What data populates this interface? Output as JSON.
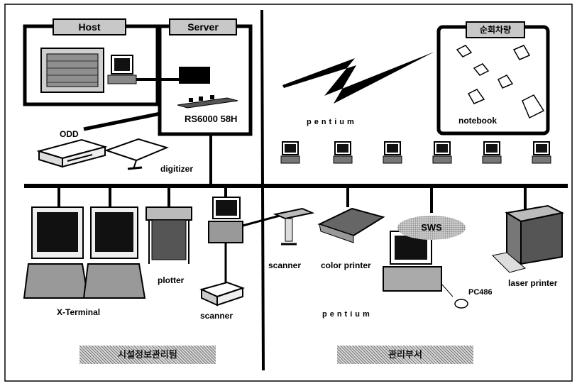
{
  "boxes": {
    "host": "Host",
    "server": "Server",
    "mobile": "순회차량"
  },
  "labels": {
    "server_model": "RS6000 58H",
    "odd": "ODD",
    "digitizer": "digitizer",
    "pentium_top": "pentium",
    "notebook": "notebook",
    "x_terminal": "X-Terminal",
    "plotter": "plotter",
    "scanner_lower": "scanner",
    "scanner_mid": "scanner",
    "color_printer": "color printer",
    "sws": "SWS",
    "pc486": "PC486",
    "pentium_bottom": "pentium",
    "laser_printer": "laser printer"
  },
  "departments": {
    "left": "시설정보관리팀",
    "right": "관리부서"
  }
}
